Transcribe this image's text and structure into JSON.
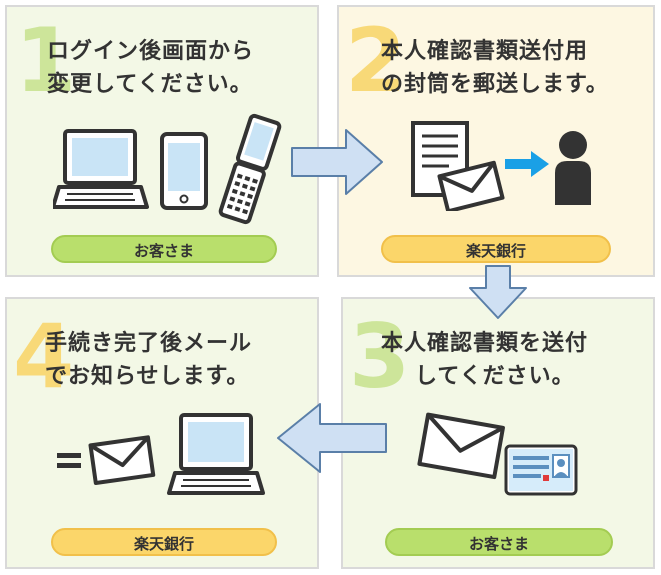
{
  "steps": [
    {
      "number": "1",
      "text": [
        "ログイン後画面から",
        "変更してください。"
      ],
      "pill": "お客さま"
    },
    {
      "number": "2",
      "text": [
        "本人確認書類送付用",
        "の封筒を郵送します。"
      ],
      "pill": "楽天銀行"
    },
    {
      "number": "3",
      "text": [
        "本人確認書類を送付",
        "してください。"
      ],
      "pill": "お客さま"
    },
    {
      "number": "4",
      "text": [
        "手続き完了後メール",
        "でお知らせします。"
      ],
      "pill": "楽天銀行"
    }
  ],
  "colors": {
    "green_panel": "#f3f8e6",
    "yellow_panel": "#fdf7e2",
    "green_pill": "#b9df6c",
    "yellow_pill": "#fbd66a",
    "arrow_fill": "#cfe0f3",
    "accent_blue": "#1aa0e6"
  }
}
